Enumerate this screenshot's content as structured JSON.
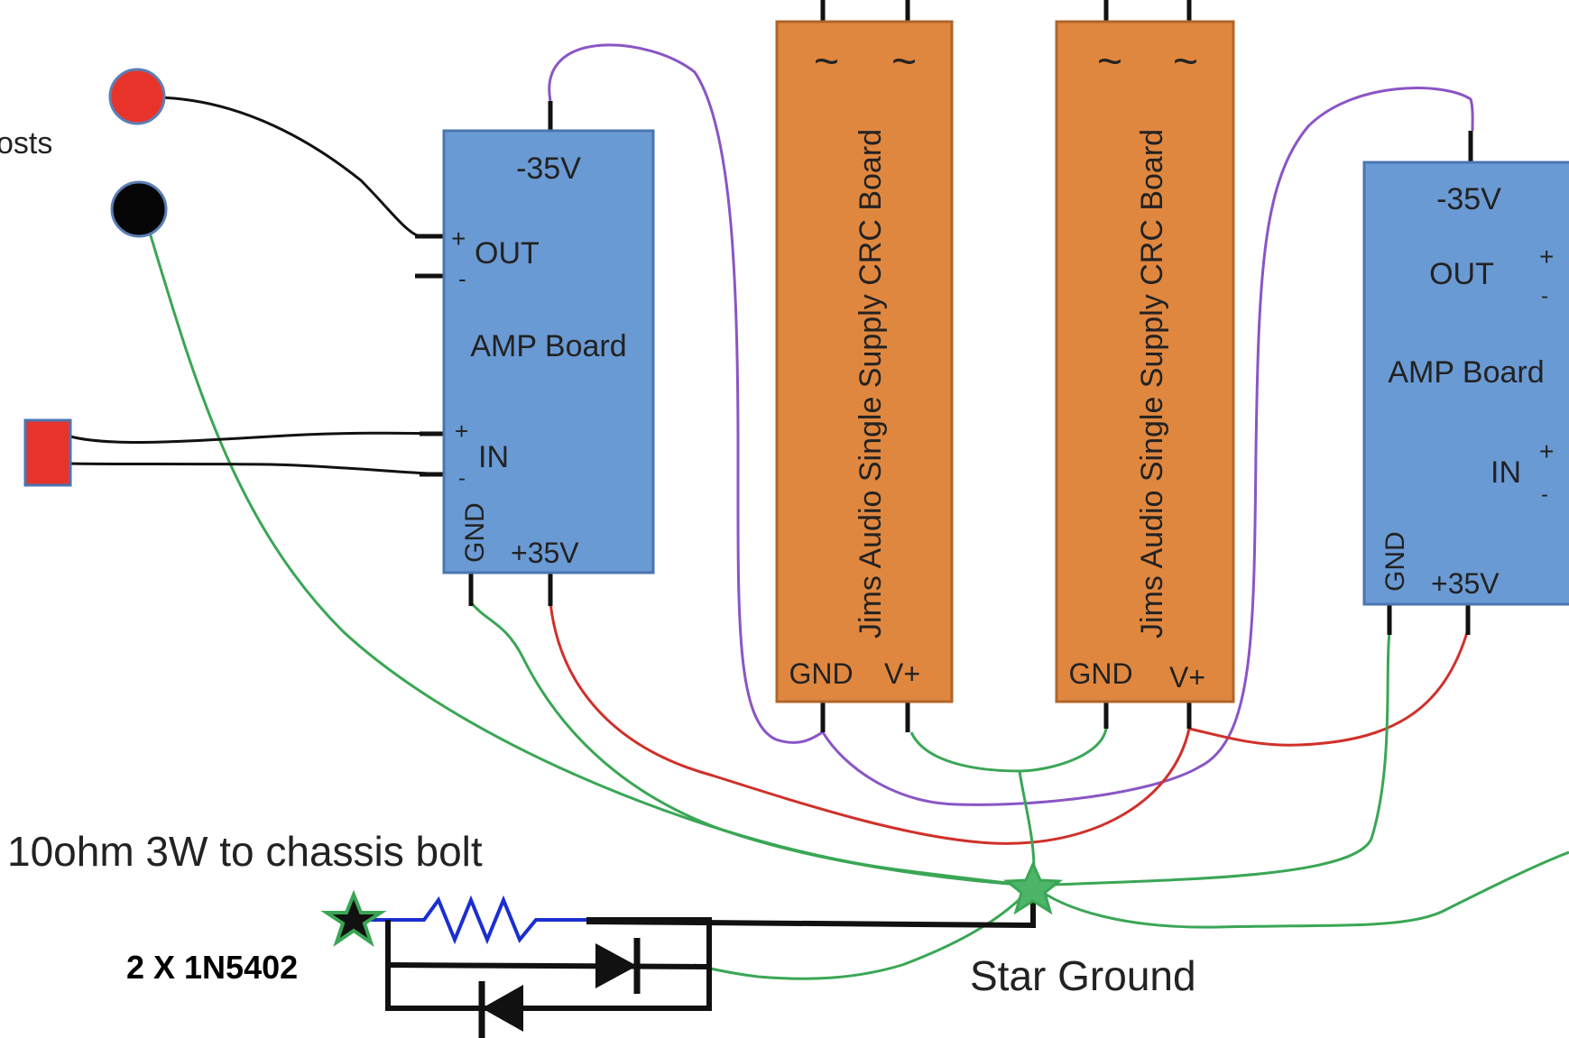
{
  "colors": {
    "amp_fill": "#6a9ad4",
    "amp_stroke": "#4a75b0",
    "psu_fill": "#e0873f",
    "psu_stroke": "#b0652a",
    "post_red": "#e8332a",
    "post_black": "#050505",
    "wire_green": "#3aa655",
    "wire_purple": "#8a55c5",
    "wire_red": "#d0302a",
    "wire_black": "#111111",
    "resistor_blue": "#1a2fd0",
    "star_green": "#4cb56a"
  },
  "labels": {
    "posts_partial": "osts",
    "resistor_caption": "10ohm 3W to chassis bolt",
    "diode_caption": "2 X 1N5402",
    "star_ground": "Star Ground"
  },
  "amp_left": {
    "title": "AMP Board",
    "neg_rail": "-35V",
    "pos_rail": "+35V",
    "gnd": "GND",
    "out": "OUT",
    "in": "IN",
    "plus": "+",
    "minus": "-"
  },
  "amp_right": {
    "title": "AMP Board",
    "neg_rail": "-35V",
    "pos_rail": "+35V",
    "gnd": "GND",
    "out": "OUT",
    "in": "IN",
    "plus": "+",
    "minus": "-"
  },
  "psu_left": {
    "title": "Jims Audio Single Supply CRC Board",
    "ac": "~",
    "gnd": "GND",
    "vplus": "V+"
  },
  "psu_right": {
    "title": "Jims Audio Single Supply CRC Board",
    "ac": "~",
    "gnd": "GND",
    "vplus": "V+"
  }
}
